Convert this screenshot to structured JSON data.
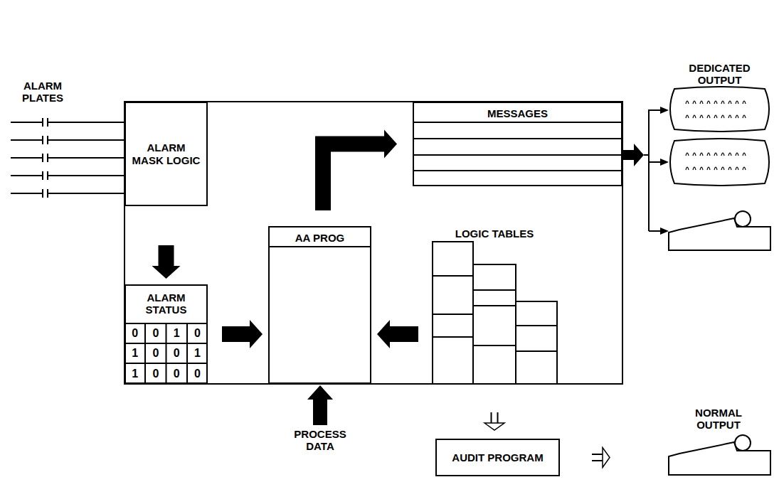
{
  "diagram": {
    "nodes": [
      {
        "text": [
          "ALARM MASK LOGIC"
        ]
      },
      {
        "text": [
          "ALARM STATUS"
        ]
      },
      {
        "text": [
          "AA PROG"
        ]
      },
      {
        "text": [
          "MESSAGES"
        ]
      },
      {
        "text": [
          "LOGIC TABLES"
        ]
      },
      {
        "text": [
          "AUDIT PROGRAM"
        ]
      },
      {
        "text": [
          "DEDICATED OUTPUT"
        ]
      },
      {
        "text": [
          "NORMAL OUTPUT"
        ]
      }
    ],
    "edges": [
      {
        "from": 0,
        "to": 1,
        "arrow": "to"
      },
      {
        "from": 1,
        "to": 2,
        "arrow": "to"
      },
      {
        "from": 4,
        "to": 2,
        "arrow": "to"
      },
      {
        "from": 2,
        "to": 3,
        "arrow": "to"
      },
      {
        "from": 3,
        "to": 6,
        "arrow": "to"
      },
      {
        "from": 4,
        "to": 5,
        "arrow": "to"
      },
      {
        "from": 5,
        "to": 7,
        "arrow": "to"
      }
    ],
    "labels": [
      "ALARM PLATES",
      "0",
      "0",
      "1",
      "0",
      "1",
      "0",
      "0",
      "1",
      "1",
      "0",
      "0",
      "0",
      "PROCESS DATA"
    ]
  }
}
